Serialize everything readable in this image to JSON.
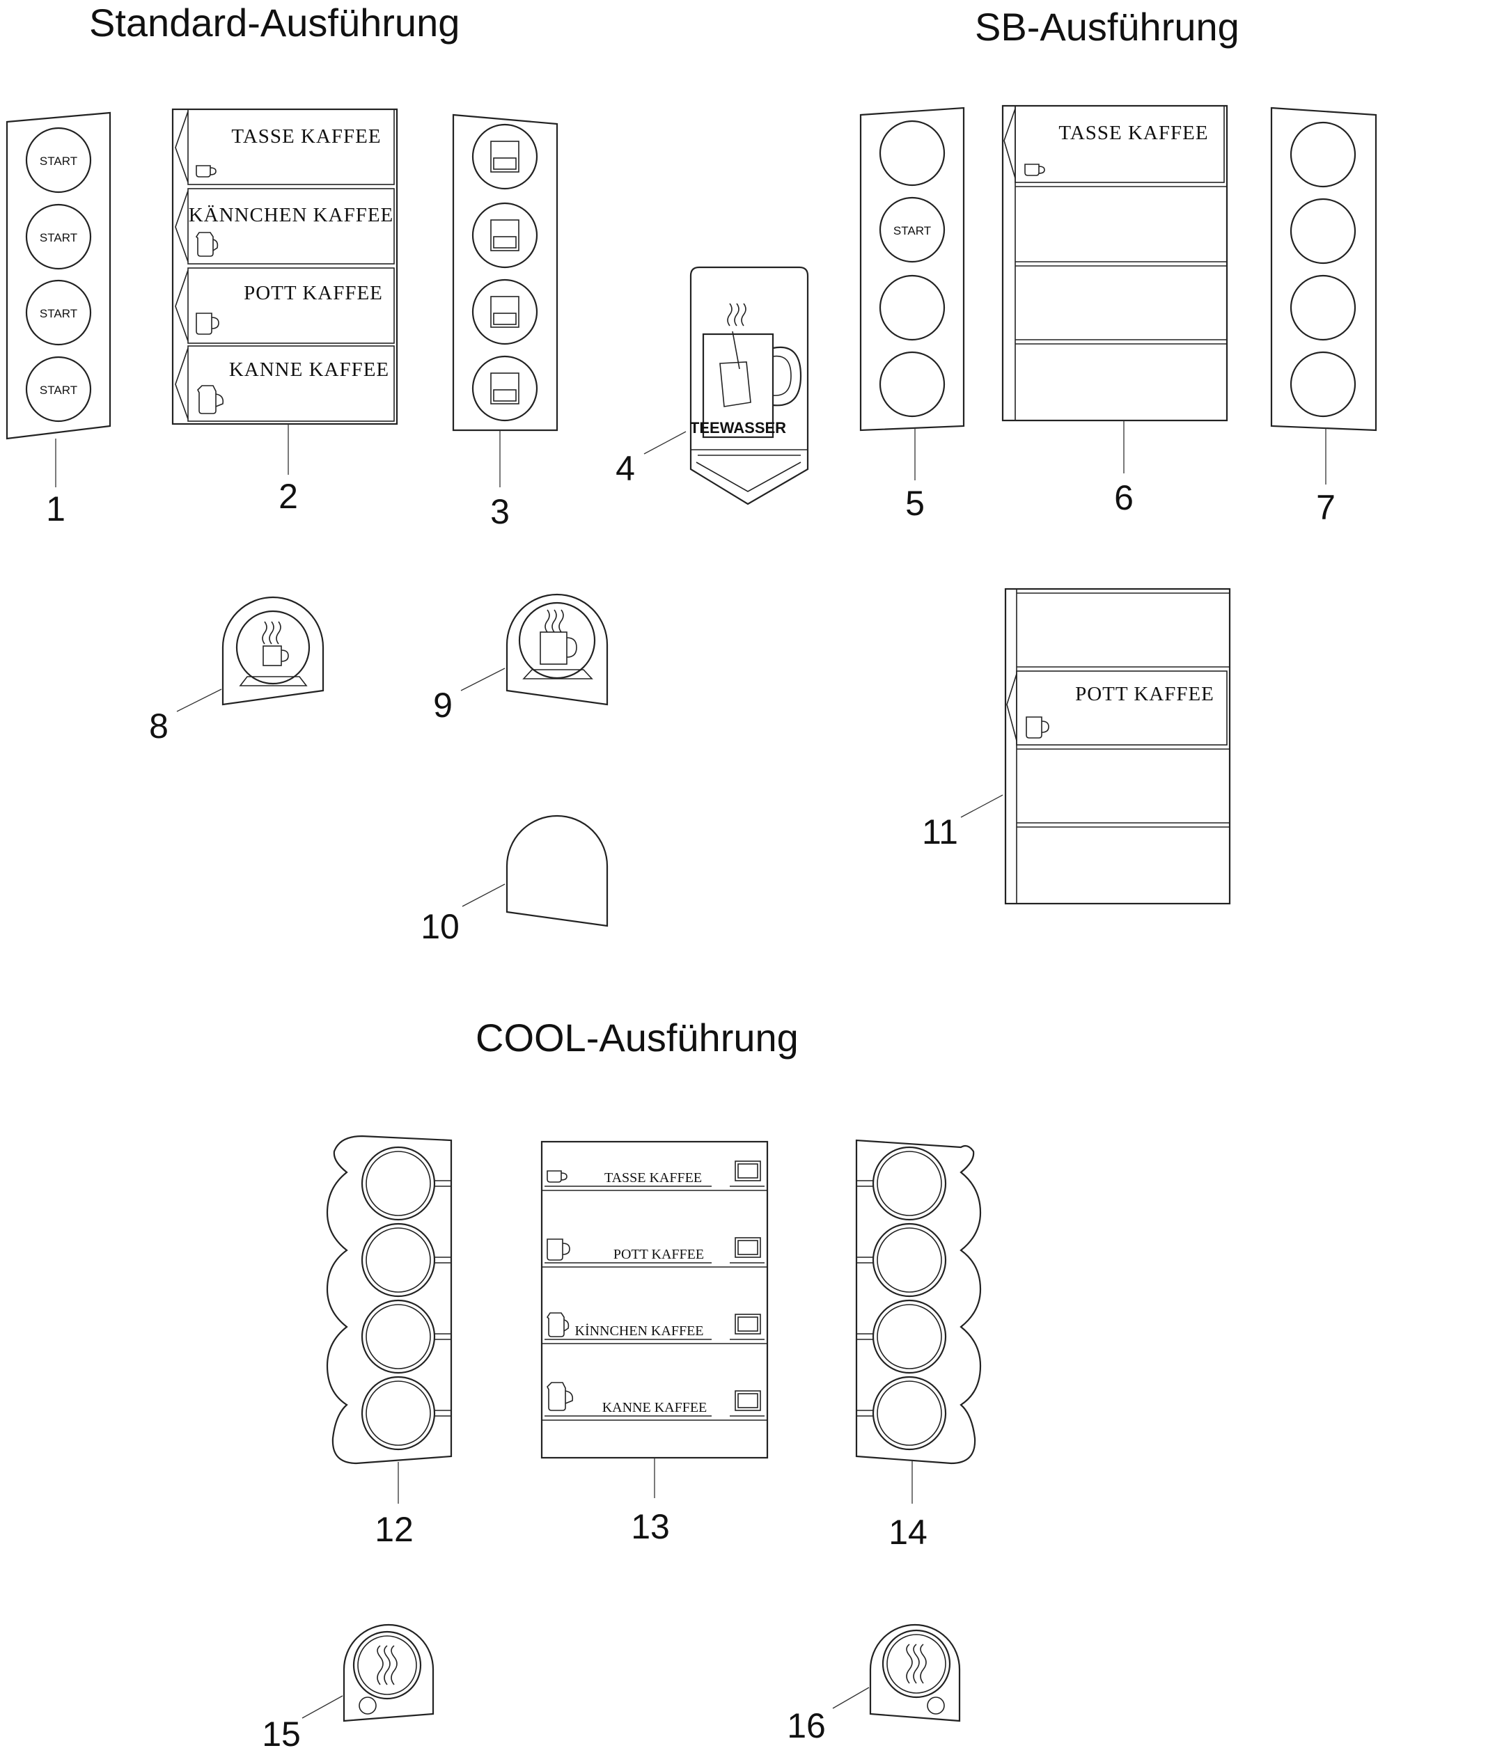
{
  "titles": {
    "standard": "Standard-Ausführung",
    "sb": "SB-Ausführung",
    "cool": "COOL-Ausführung"
  },
  "button_label": "START",
  "labels": {
    "tasse": "TASSE KAFFEE",
    "kaennchen": "KÄNNCHEN KAFFEE",
    "pott": "POTT KAFFEE",
    "kanne": "KANNE KAFFEE",
    "kinnchen_cool": "KİNNCHEN KAFFEE",
    "teewasser": "TEEWASSER"
  },
  "callouts": {
    "n1": "1",
    "n2": "2",
    "n3": "3",
    "n4": "4",
    "n5": "5",
    "n6": "6",
    "n7": "7",
    "n8": "8",
    "n9": "9",
    "n10": "10",
    "n11": "11",
    "n12": "12",
    "n13": "13",
    "n14": "14",
    "n15": "15",
    "n16": "16"
  },
  "icons": [
    "cup-icon",
    "small-jug-icon",
    "mug-icon",
    "jug-icon",
    "cup-holder-icon",
    "steam-icon",
    "tea-bag-icon"
  ]
}
